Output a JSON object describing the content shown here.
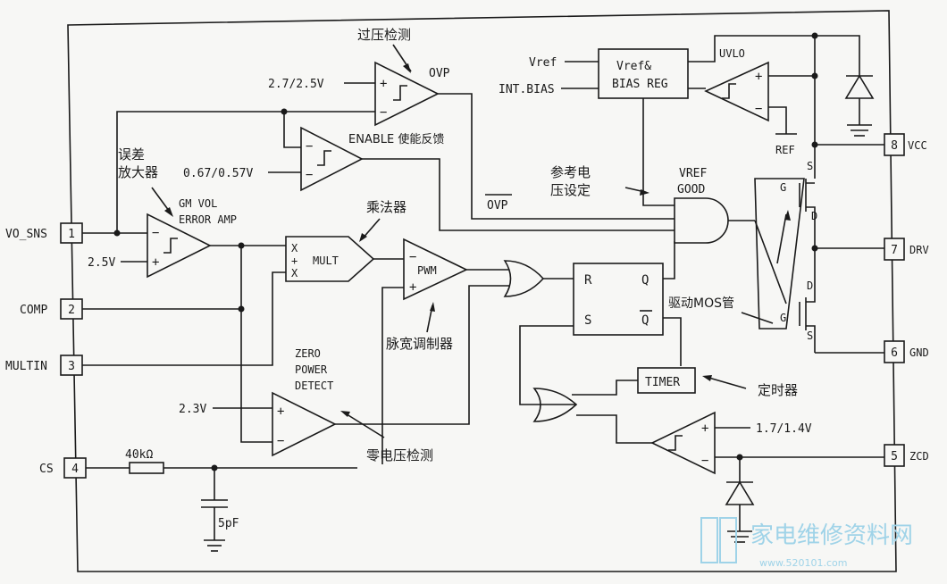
{
  "pins": {
    "p1": {
      "num": "1",
      "name": "VO_SNS"
    },
    "p2": {
      "num": "2",
      "name": "COMP"
    },
    "p3": {
      "num": "3",
      "name": "MULTIN"
    },
    "p4": {
      "num": "4",
      "name": "CS"
    },
    "p5": {
      "num": "5",
      "name": "ZCD"
    },
    "p6": {
      "num": "6",
      "name": "GND"
    },
    "p7": {
      "num": "7",
      "name": "DRV"
    },
    "p8": {
      "num": "8",
      "name": "VCC"
    }
  },
  "labels": {
    "ovp_cn": "过压检测",
    "ovp_ref": "2.7/2.5V",
    "ovp": "OVP",
    "enable_ref": "0.67/0.57V",
    "enable": "ENABLE 使能反馈",
    "err_cn1": "误差",
    "err_cn2": "放大器",
    "err1": "GM VOL",
    "err2": "ERROR AMP",
    "ref25": "2.5V",
    "mult_cn": "乘法器",
    "mult": "MULT",
    "x1": "X",
    "plus": "+",
    "x2": "X",
    "pwm": "PWM",
    "pwm_cn": "脉宽调制器",
    "zero1": "ZERO",
    "zero2": "POWER",
    "zero3": "DETECT",
    "zero_ref": "2.3V",
    "zero_cn": "零电压检测",
    "res": "40kΩ",
    "cap": "5pF",
    "vref_in": "Vref",
    "intbias": "INT.BIAS",
    "reg1": "Vref&",
    "reg2": "BIAS REG",
    "uvlo": "UVLO",
    "ref": "REF",
    "vref_cn1": "参考电",
    "vref_cn2": "压设定",
    "vref_good1": "VREF",
    "vref_good2": "GOOD",
    "ovp_bar": "OVP",
    "r": "R",
    "q": "Q",
    "s": "S",
    "qbar": "Q",
    "timer": "TIMER",
    "timer_cn": "定时器",
    "zcd_ref": "1.7/1.4V",
    "mos_cn": "驱动MOS管",
    "g1": "G",
    "d1": "D",
    "s1": "S",
    "g2": "G",
    "d2": "D",
    "s2": "S",
    "minus": "−",
    "watermark": "家电维修资料网",
    "watermark_url": "www.520101.com"
  }
}
